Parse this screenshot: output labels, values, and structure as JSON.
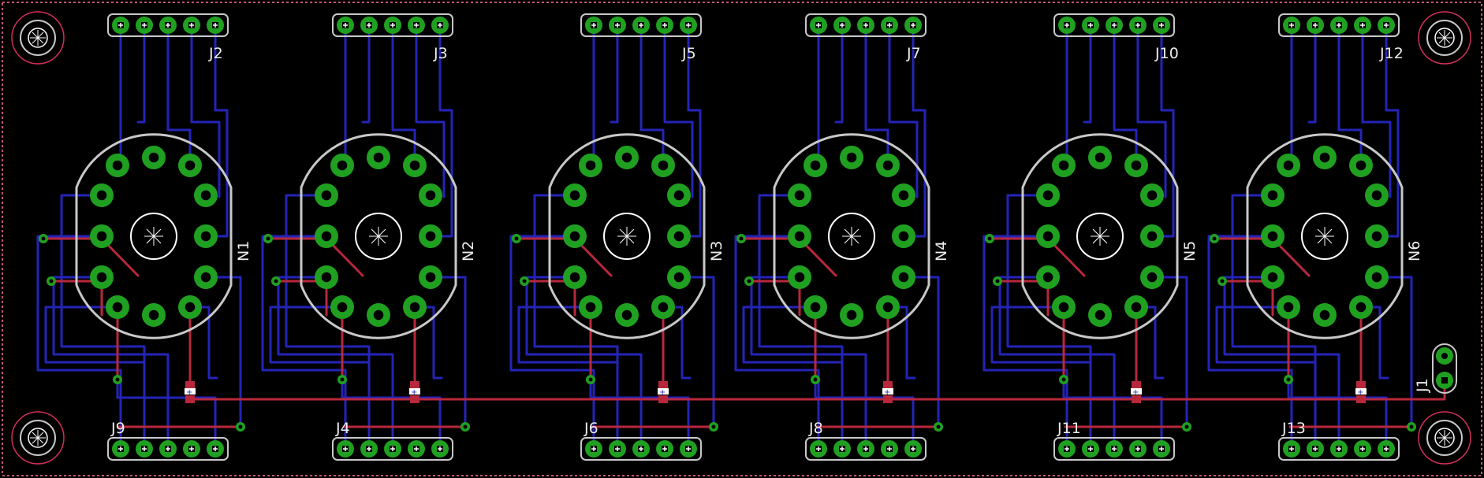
{
  "colors": {
    "background": "#000000",
    "top_copper": "#b8283c",
    "bottom_copper": "#2424b8",
    "pad": "#20a020",
    "silkscreen": "#c8c8c8",
    "hole": "#000000",
    "outline": "#c0547a"
  },
  "modules": [
    {
      "top": "J2",
      "socket": "N1",
      "bottom": "J9"
    },
    {
      "top": "J3",
      "socket": "N2",
      "bottom": "J4"
    },
    {
      "top": "J5",
      "socket": "N3",
      "bottom": "J6"
    },
    {
      "top": "J7",
      "socket": "N4",
      "bottom": "J8"
    },
    {
      "top": "J10",
      "socket": "N5",
      "bottom": "J11"
    },
    {
      "top": "J12",
      "socket": "N6",
      "bottom": "J13"
    }
  ],
  "power_header": "J1",
  "mounting_hole_icon": "mounting-hole-icon",
  "capacitor_mark": "+"
}
